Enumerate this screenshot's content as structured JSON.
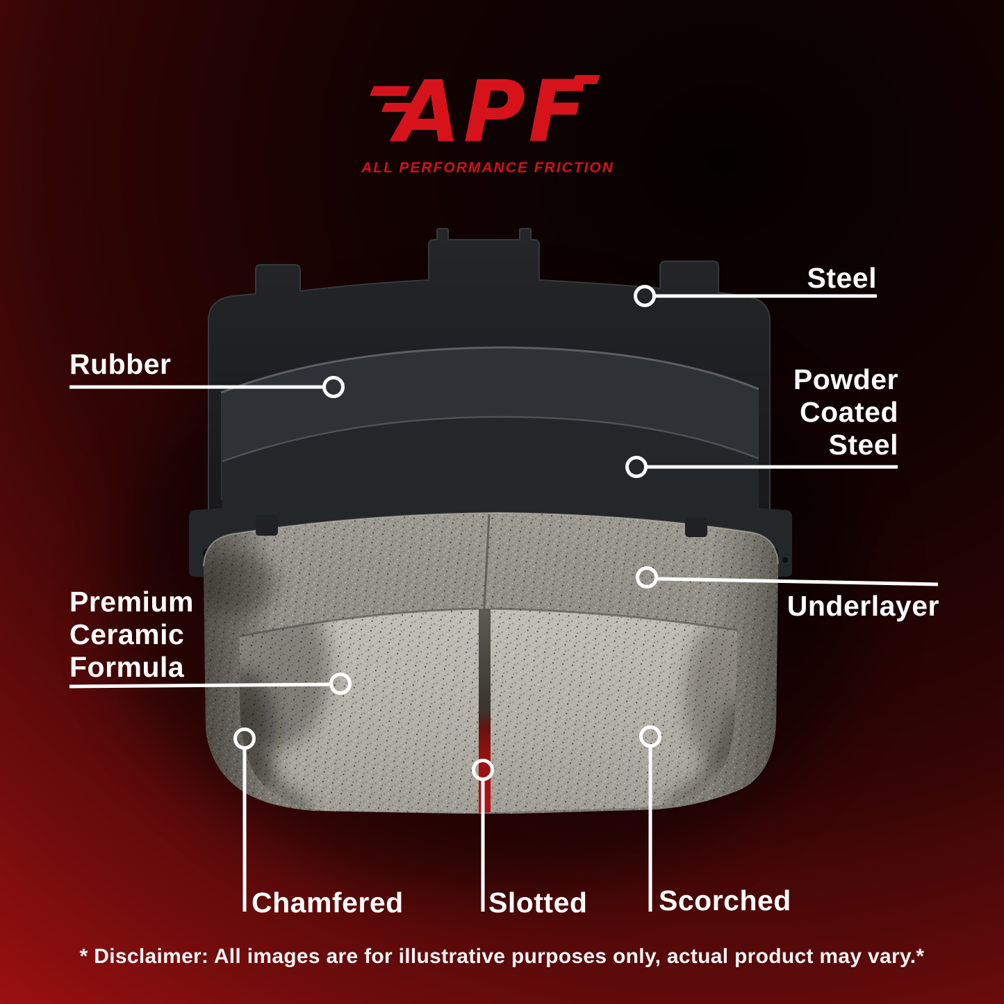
{
  "logo": {
    "brand": "APF",
    "tagline": "ALL PERFORMANCE FRICTION"
  },
  "callouts": {
    "steel": {
      "label": "Steel"
    },
    "rubber": {
      "label": "Rubber"
    },
    "powder_coated_steel": {
      "label": "Powder\nCoated\nSteel"
    },
    "underlayer": {
      "label": "Underlayer"
    },
    "premium_ceramic_formula": {
      "label": "Premium\nCeramic\nFormula"
    },
    "chamfered": {
      "label": "Chamfered"
    },
    "slotted": {
      "label": "Slotted"
    },
    "scorched": {
      "label": "Scorched"
    }
  },
  "footer": {
    "disclaimer": "* Disclaimer: All images are for illustrative purposes only, actual product may vary.*"
  },
  "colors": {
    "accent_red": "#d6131b",
    "background_red": "#b61111",
    "steel_dark": "#1d1f21",
    "ceramic_gray": "#b7b4ab",
    "label_white": "#ffffff"
  }
}
